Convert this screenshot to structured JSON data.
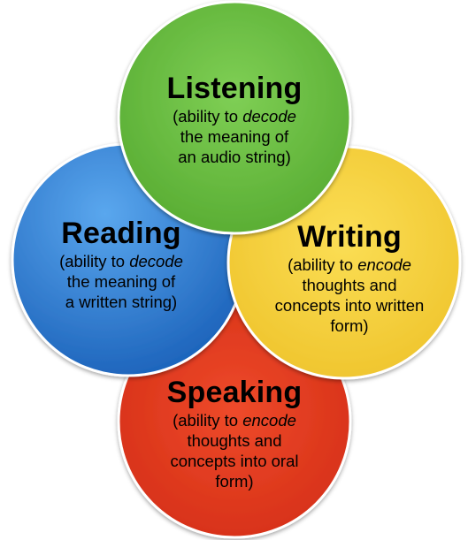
{
  "circles": {
    "listening": {
      "title": "Listening",
      "desc": {
        "pre": "(ability to ",
        "em": "decode",
        "l2": "the meaning of",
        "l3": "an audio string)"
      },
      "color": "#6cbf43"
    },
    "reading": {
      "title": "Reading",
      "desc": {
        "pre": "(ability to ",
        "em": "decode",
        "l2": "the meaning of",
        "l3": "a written string)"
      },
      "color": "#2d7fd4"
    },
    "writing": {
      "title": "Writing",
      "desc": {
        "pre": "(ability to ",
        "em": "encode",
        "l2": "thoughts and",
        "l3": "concepts into written",
        "l4": "form)"
      },
      "color": "#f4d03f"
    },
    "speaking": {
      "title": "Speaking",
      "desc": {
        "pre": "(ability to ",
        "em": "encode",
        "l2": "thoughts and",
        "l3": "concepts into oral",
        "l4": "form)"
      },
      "color": "#e0371f"
    }
  }
}
